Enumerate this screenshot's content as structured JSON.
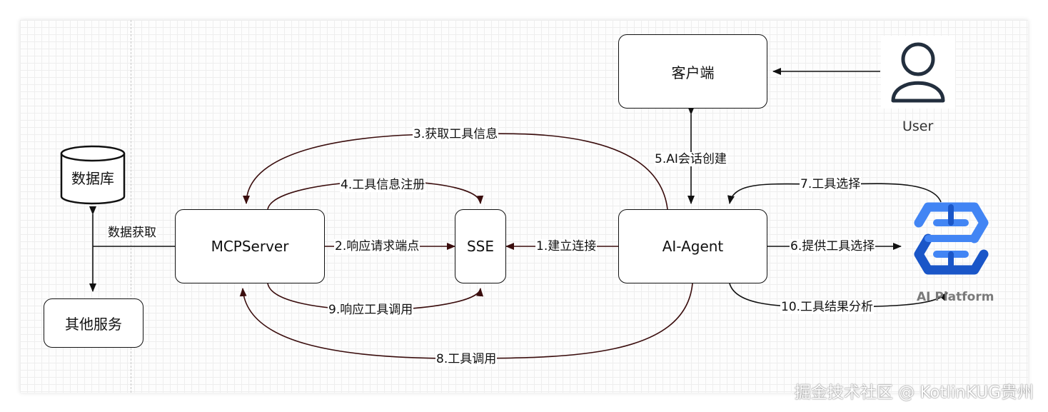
{
  "nodes": {
    "database": "数据库",
    "other_services": "其他服务",
    "mcp_server": "MCPServer",
    "sse": "SSE",
    "ai_agent": "AI-Agent",
    "client": "客户端",
    "user": "User",
    "ai_platform": "AI Platform"
  },
  "edges": {
    "data_fetch": "数据获取",
    "e1": "1.建立连接",
    "e2": "2.响应请求端点",
    "e3": "3.获取工具信息",
    "e4": "4.工具信息注册",
    "e5": "5.AI会话创建",
    "e6": "6.提供工具选择",
    "e7": "7.工具选择",
    "e8": "8.工具调用",
    "e9": "9.响应工具调用",
    "e10": "10.工具结果分析"
  },
  "watermark": "掘金技术社区 @ KotlinKUG贵州",
  "colors": {
    "edge_dark_red": "#3a0d0d",
    "edge_black": "#111111",
    "user_icon": "#232f3e",
    "ai_platform_blue": "#4285f4",
    "ai_platform_dark_blue": "#1a56c8"
  },
  "icons": [
    "user-icon",
    "ai-platform-icon",
    "database-icon"
  ]
}
